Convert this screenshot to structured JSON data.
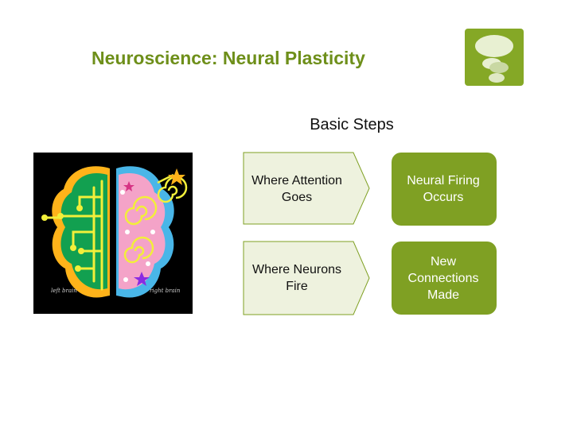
{
  "slide": {
    "title": "Neuroscience: Neural Plasticity",
    "subtitle": "Basic Steps"
  },
  "diagram": {
    "steps": [
      {
        "text": "Where Attention Goes"
      },
      {
        "text": "Neural Firing Occurs"
      },
      {
        "text": "Where Neurons Fire"
      },
      {
        "text": "New Connections Made"
      }
    ]
  },
  "image": {
    "left_label": "left brain",
    "right_label": "right brain"
  },
  "colors": {
    "title": "#6e8f1a",
    "accent_green": "#7fa023",
    "shape_light": "#eef2de"
  },
  "icons": {
    "logo": "thought-bubble-icon"
  }
}
